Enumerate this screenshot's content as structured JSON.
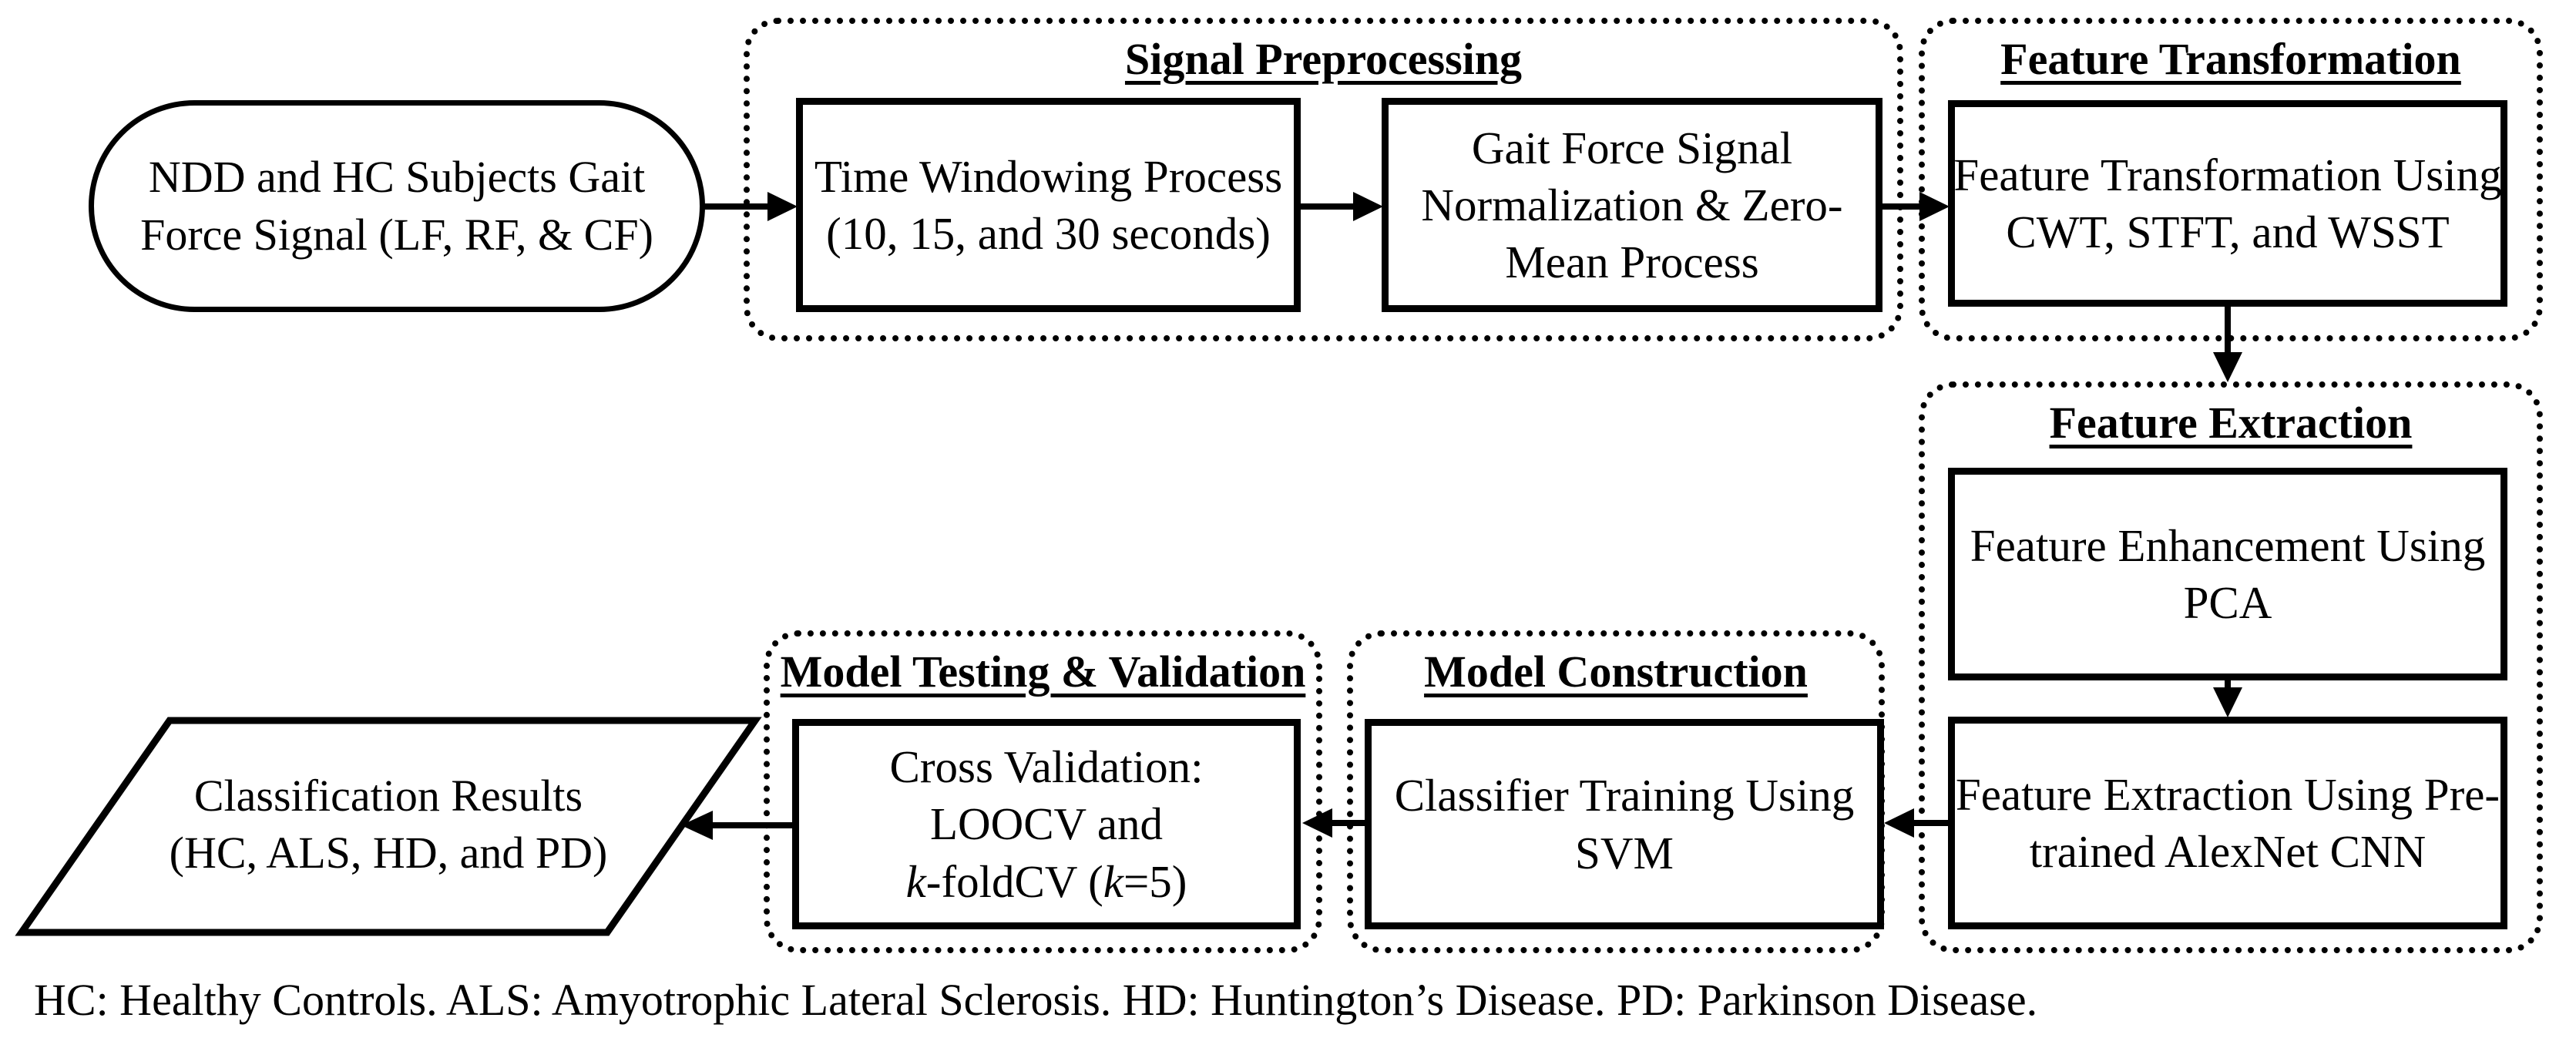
{
  "colors": {
    "ink": "#000000",
    "background": "#ffffff"
  },
  "nodes": {
    "input": {
      "line1": "NDD and HC Subjects Gait",
      "line2": "Force Signal (LF, RF, & CF)"
    },
    "time_windowing": {
      "line1": "Time Windowing Process",
      "line2": "(10, 15, and 30 seconds)"
    },
    "normalization": {
      "line1": "Gait Force Signal",
      "line2": "Normalization & Zero-",
      "line3": "Mean Process"
    },
    "transformation": {
      "line1": "Feature Transformation Using",
      "line2": "CWT, STFT, and WSST"
    },
    "pca": {
      "line1": "Feature Enhancement Using",
      "line2": "PCA"
    },
    "alexnet": {
      "line1": "Feature Extraction Using Pre-",
      "line2": "trained AlexNet CNN"
    },
    "svm": {
      "line1": "Classifier Training Using",
      "line2": "SVM"
    },
    "cross_validation": {
      "line1": "Cross Validation:",
      "line2": "LOOCV and",
      "k1": "k",
      "mid": "-foldCV (",
      "k2": "k",
      "end": "=5)"
    },
    "results": {
      "line1": "Classification Results",
      "line2": "(HC, ALS, HD, and PD)"
    }
  },
  "groups": {
    "signal_preprocessing": {
      "title": "Signal Preprocessing"
    },
    "feature_transformation": {
      "title": "Feature Transformation"
    },
    "feature_extraction": {
      "title": "Feature Extraction"
    },
    "model_construction": {
      "title": "Model Construction"
    },
    "model_testing_validation": {
      "title": "Model Testing & Validation"
    }
  },
  "edges": [
    "input -> time_windowing",
    "time_windowing -> normalization",
    "normalization -> transformation",
    "transformation -> feature_extraction_group",
    "pca -> alexnet",
    "alexnet -> svm",
    "svm -> cross_validation",
    "cross_validation -> results"
  ],
  "caption": {
    "text": "HC: Healthy Controls. ALS: Amyotrophic Lateral Sclerosis. HD: Huntington’s Disease. PD: Parkinson Disease."
  }
}
